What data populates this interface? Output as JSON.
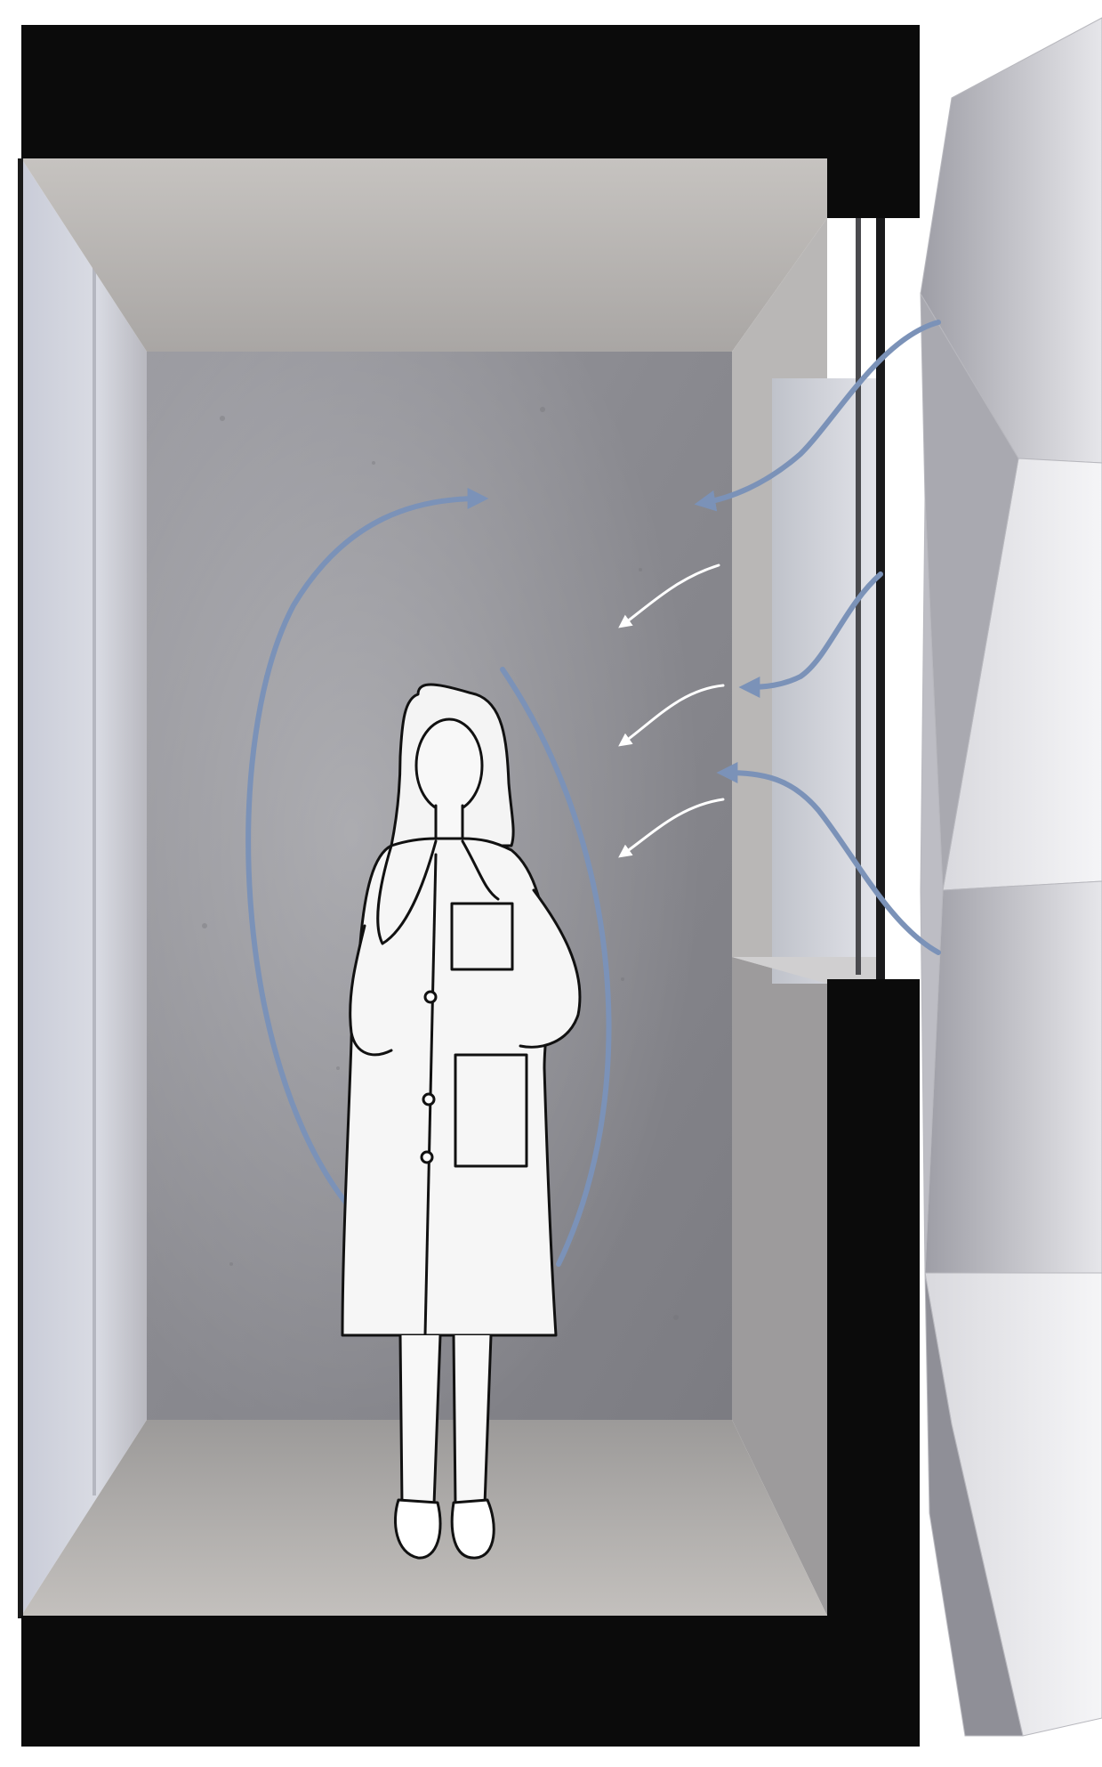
{
  "diagram": {
    "kind": "architectural-section",
    "elements": [
      "ceiling-slab",
      "floor-slab",
      "back-wall",
      "side-wall",
      "window",
      "folded-facade",
      "person",
      "airflow-arrows"
    ],
    "colors": {
      "slab": "#0b0b0b",
      "wall": "#8e8e93",
      "ceiling": "#b9b6b3",
      "floor": "#aaa7a5",
      "glass": "#cfd6e6",
      "facade": "#c4c4ca",
      "airflow_blue": "#7b92b8",
      "fresh_air": "#ffffff",
      "person_outline": "#111111"
    }
  }
}
